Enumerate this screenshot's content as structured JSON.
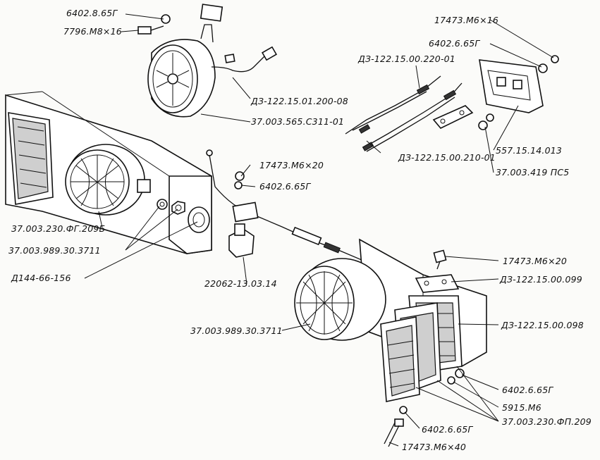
{
  "labels": {
    "l_6402_8_65g_top": "6402.8.65Г",
    "l_7796_m8x16": "7796.М8×16",
    "l_d3_122_15_01_200_08": "ДЗ-122.15.01.200-08",
    "l_37_003_565_c311_01": "37.003.565.С311-01",
    "l_17473_m6x16": "17473.М6×16",
    "l_6402_6_65g_right": "6402.6.65Г",
    "l_d3_122_15_00_220_01": "ДЗ-122.15.00.220-01",
    "l_557_15_14_013": "557.15.14.013",
    "l_d3_122_15_00_210_01": "ДЗ-122.15.00.210-01",
    "l_37_003_419_pc5": "37.003.419 ПС5",
    "l_17473_m6x20_mid": "17473.М6×20",
    "l_6402_6_65g_mid": "6402.6.65Г",
    "l_37_003_230_fg209b": "37.003.230.ФГ.209Б",
    "l_37_003_989_30_3711_left": "37.003.989.30.3711",
    "l_d144_66_156": "Д144-66-156",
    "l_22062_13_03_14": "22062-13.03.14",
    "l_17473_m6x20_right": "17473.М6×20",
    "l_d3_122_15_00_099": "ДЗ-122.15.00.099",
    "l_d3_122_15_00_098": "ДЗ-122.15.00.098",
    "l_37_003_989_30_3711_mid": "37.003.989.30.3711",
    "l_6402_6_65g_bottom_right": "6402.6.65Г",
    "l_5915_m6": "5915.М6",
    "l_37_003_230_fp209": "37.003.230.ФП.209",
    "l_6402_6_65g_bottom": "6402.6.65Г",
    "l_17473_m6x40": "17473.М6×40"
  }
}
